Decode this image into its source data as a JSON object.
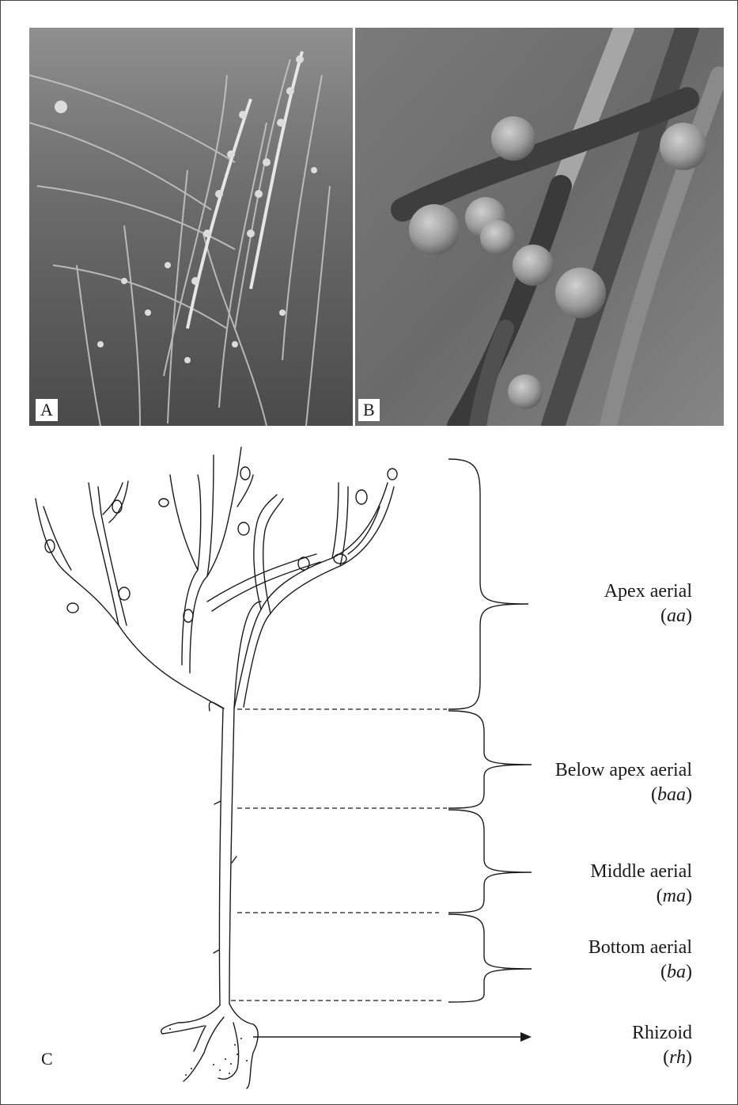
{
  "panels": {
    "a": {
      "label": "A",
      "description_icon": "alga-branches-photo"
    },
    "b": {
      "label": "B",
      "description_icon": "receptacles-closeup-photo"
    },
    "c": {
      "label": "C",
      "description_icon": "thallus-line-drawing"
    }
  },
  "regions": [
    {
      "name": "Apex aerial",
      "abbr": "aa"
    },
    {
      "name": "Below apex aerial",
      "abbr": "baa"
    },
    {
      "name": "Middle aerial",
      "abbr": "ma"
    },
    {
      "name": "Bottom aerial",
      "abbr": "ba"
    },
    {
      "name": "Rhizoid",
      "abbr": "rh"
    }
  ],
  "colors": {
    "line": "#1a1a1a",
    "photo_dark": "#3c3c3c",
    "photo_light": "#b8b8b8"
  }
}
